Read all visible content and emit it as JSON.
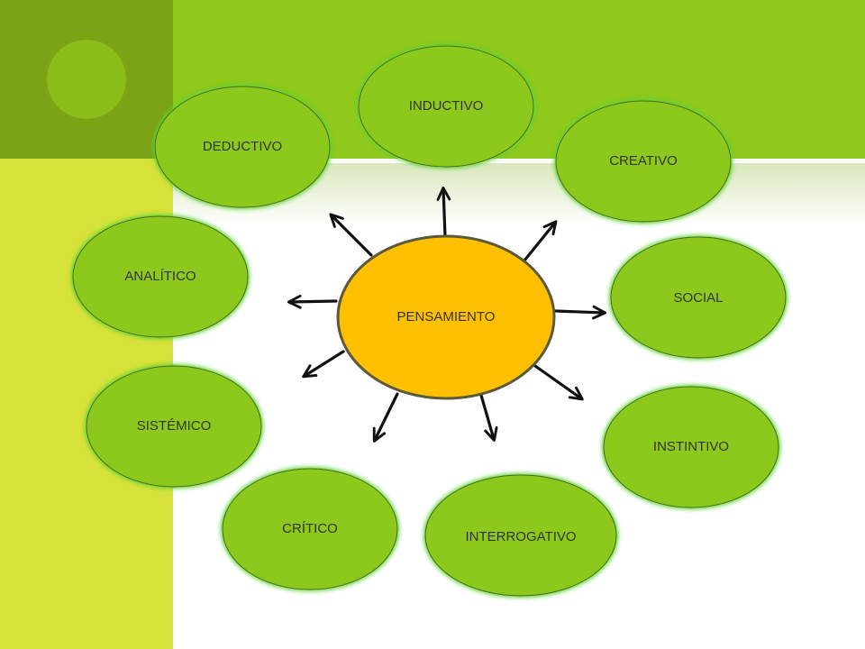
{
  "colors": {
    "dark_green": "#7aa315",
    "top_green": "#8fc91c",
    "lime": "#d6e23a",
    "decor_circle": "#8abd1a",
    "node_fill": "#8dc81c",
    "node_glow": "#5fd13a",
    "center_fill": "#ffc000",
    "center_stroke": "#5a5a3a",
    "arrow": "#111111",
    "fade_start": "#d9e8bd"
  },
  "diagram": {
    "center": {
      "label": "PENSAMIENTO"
    },
    "nodes": [
      {
        "id": "inductivo",
        "label": "INDUCTIVO"
      },
      {
        "id": "deductivo",
        "label": "DEDUCTIVO"
      },
      {
        "id": "creativo",
        "label": "CREATIVO"
      },
      {
        "id": "analitico",
        "label": "ANALÍTICO"
      },
      {
        "id": "social",
        "label": "SOCIAL"
      },
      {
        "id": "sistemico",
        "label": "SISTÉMICO"
      },
      {
        "id": "instintivo",
        "label": "INSTINTIVO"
      },
      {
        "id": "critico",
        "label": "CRÍTICO"
      },
      {
        "id": "interrogativo",
        "label": "INTERROGATIVO"
      }
    ]
  }
}
